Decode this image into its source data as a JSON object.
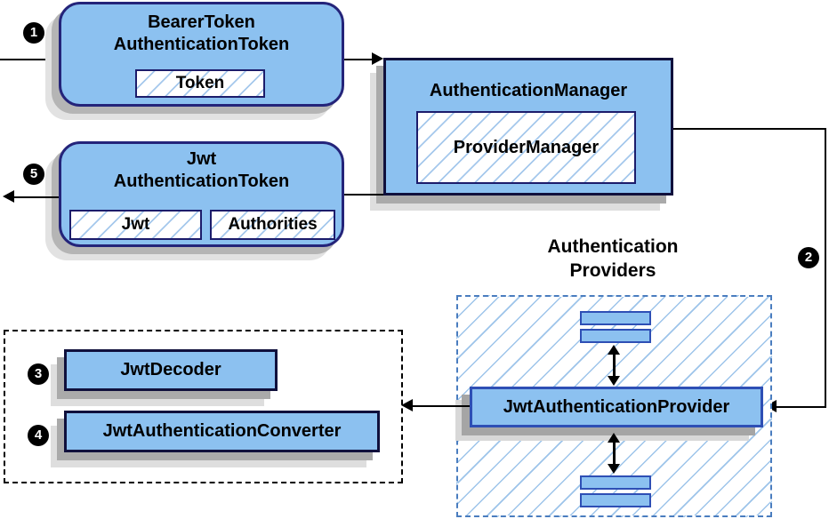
{
  "steps": {
    "s1": "1",
    "s2": "2",
    "s3": "3",
    "s4": "4",
    "s5": "5"
  },
  "nodes": {
    "bearer_token": {
      "title1": "BearerToken",
      "title2": "AuthenticationToken",
      "field_token": "Token"
    },
    "authentication_manager": {
      "title": "AuthenticationManager",
      "field_provider_manager": "ProviderManager"
    },
    "jwt_authentication_token": {
      "title1": "Jwt",
      "title2": "AuthenticationToken",
      "field_jwt": "Jwt",
      "field_authorities": "Authorities"
    },
    "authentication_providers": {
      "label1": "Authentication",
      "label2": "Providers",
      "provider": "JwtAuthenticationProvider"
    },
    "jwt_tools": {
      "decoder": "JwtDecoder",
      "converter": "JwtAuthenticationConverter"
    }
  },
  "colors": {
    "node_fill": "#8cc1f0",
    "rect_border": "#10103c",
    "rounded_border": "#24247a",
    "provider_border": "#2e4fb5",
    "hatch_line": "#a5c8ec",
    "providers_dash_border": "#4a7dbf",
    "black_dash_border": "#000000",
    "arrow": "#000000",
    "shadow_dark": "#aaaaaa",
    "shadow_light": "#dedede"
  }
}
